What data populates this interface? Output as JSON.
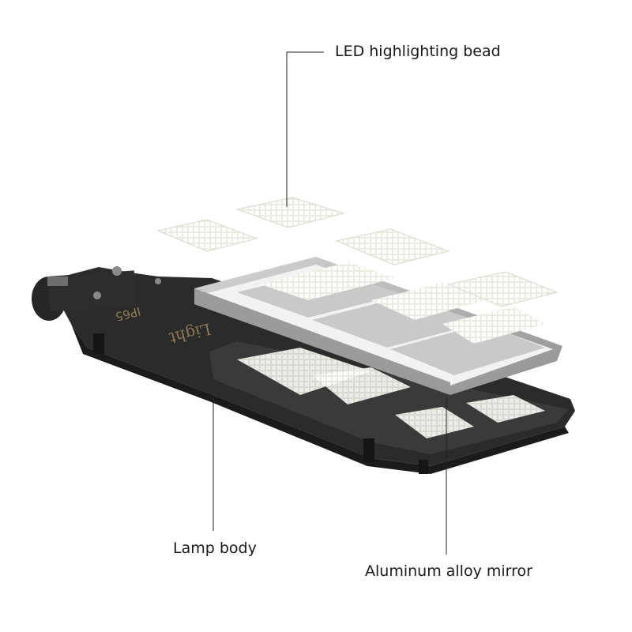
{
  "callouts": {
    "led_bead": "LED highlighting bead",
    "lamp_body": "Lamp body",
    "mirror": "Aluminum alloy mirror"
  },
  "markings": {
    "ip_rating": "IP65",
    "brand_text": "Light"
  },
  "colors": {
    "housing": "#2b2b2b",
    "led_chip": "#f4f6ee",
    "frame": "#bdbdbd",
    "leader_line": "#222222"
  }
}
